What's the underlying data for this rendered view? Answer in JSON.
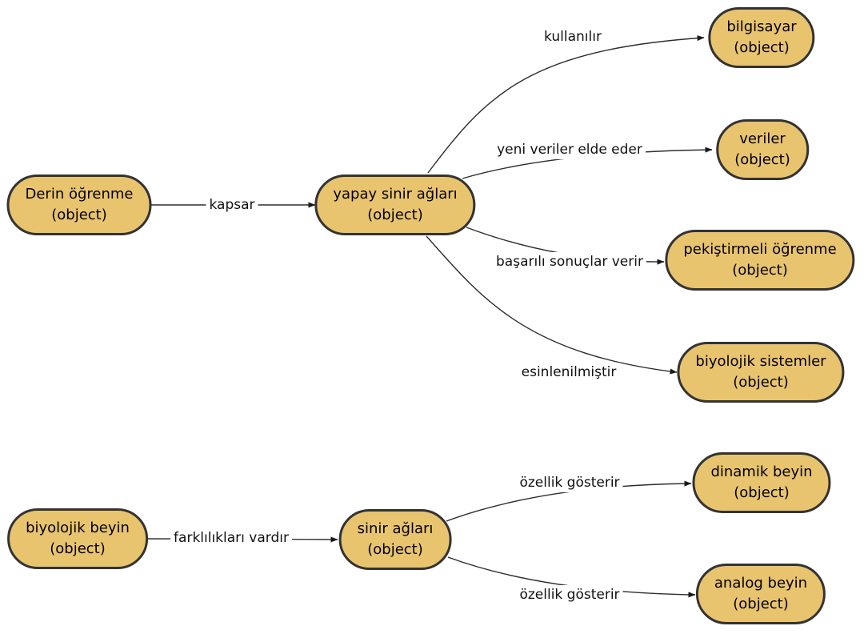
{
  "diagram": {
    "title": "concept-map",
    "background": "#ffffff",
    "node_fill": "#e9c46f",
    "node_border": "#333333",
    "edge_color": "#2d2d2d",
    "text_color": "#000000"
  },
  "nodes": [
    {
      "id": "derin-ogrenme",
      "label": "Derin öğrenme",
      "type": "(object)"
    },
    {
      "id": "yapay-sinir-aglari",
      "label": "yapay sinir ağları",
      "type": "(object)"
    },
    {
      "id": "bilgisayar",
      "label": "bilgisayar",
      "type": "(object)"
    },
    {
      "id": "veriler",
      "label": "veriler",
      "type": "(object)"
    },
    {
      "id": "pekistirmeli-ogrenme",
      "label": "pekiştirmeli öğrenme",
      "type": "(object)"
    },
    {
      "id": "biyolojik-sistemler",
      "label": "biyolojik sistemler",
      "type": "(object)"
    },
    {
      "id": "dinamik-beyin",
      "label": "dinamik beyin",
      "type": "(object)"
    },
    {
      "id": "analog-beyin",
      "label": "analog beyin",
      "type": "(object)"
    },
    {
      "id": "biyolojik-beyin",
      "label": "biyolojik beyin",
      "type": "(object)"
    },
    {
      "id": "sinir-aglari",
      "label": "sinir ağları",
      "type": "(object)"
    }
  ],
  "edges": [
    {
      "from": "Derin öğrenme",
      "to": "yapay sinir ağları",
      "label": "kapsar"
    },
    {
      "from": "yapay sinir ağları",
      "to": "bilgisayar",
      "label": "kullanılır"
    },
    {
      "from": "yapay sinir ağları",
      "to": "veriler",
      "label": "yeni veriler elde eder"
    },
    {
      "from": "yapay sinir ağları",
      "to": "pekiştirmeli öğrenme",
      "label": "başarılı sonuçlar verir"
    },
    {
      "from": "yapay sinir ağları",
      "to": "biyolojik sistemler",
      "label": "esinlenilmiştir"
    },
    {
      "from": "biyolojik beyin",
      "to": "sinir ağları",
      "label": "farklılıkları vardır"
    },
    {
      "from": "sinir ağları",
      "to": "dinamik beyin",
      "label": "özellik gösterir"
    },
    {
      "from": "sinir ağları",
      "to": "analog beyin",
      "label": "özellik gösterir"
    }
  ]
}
